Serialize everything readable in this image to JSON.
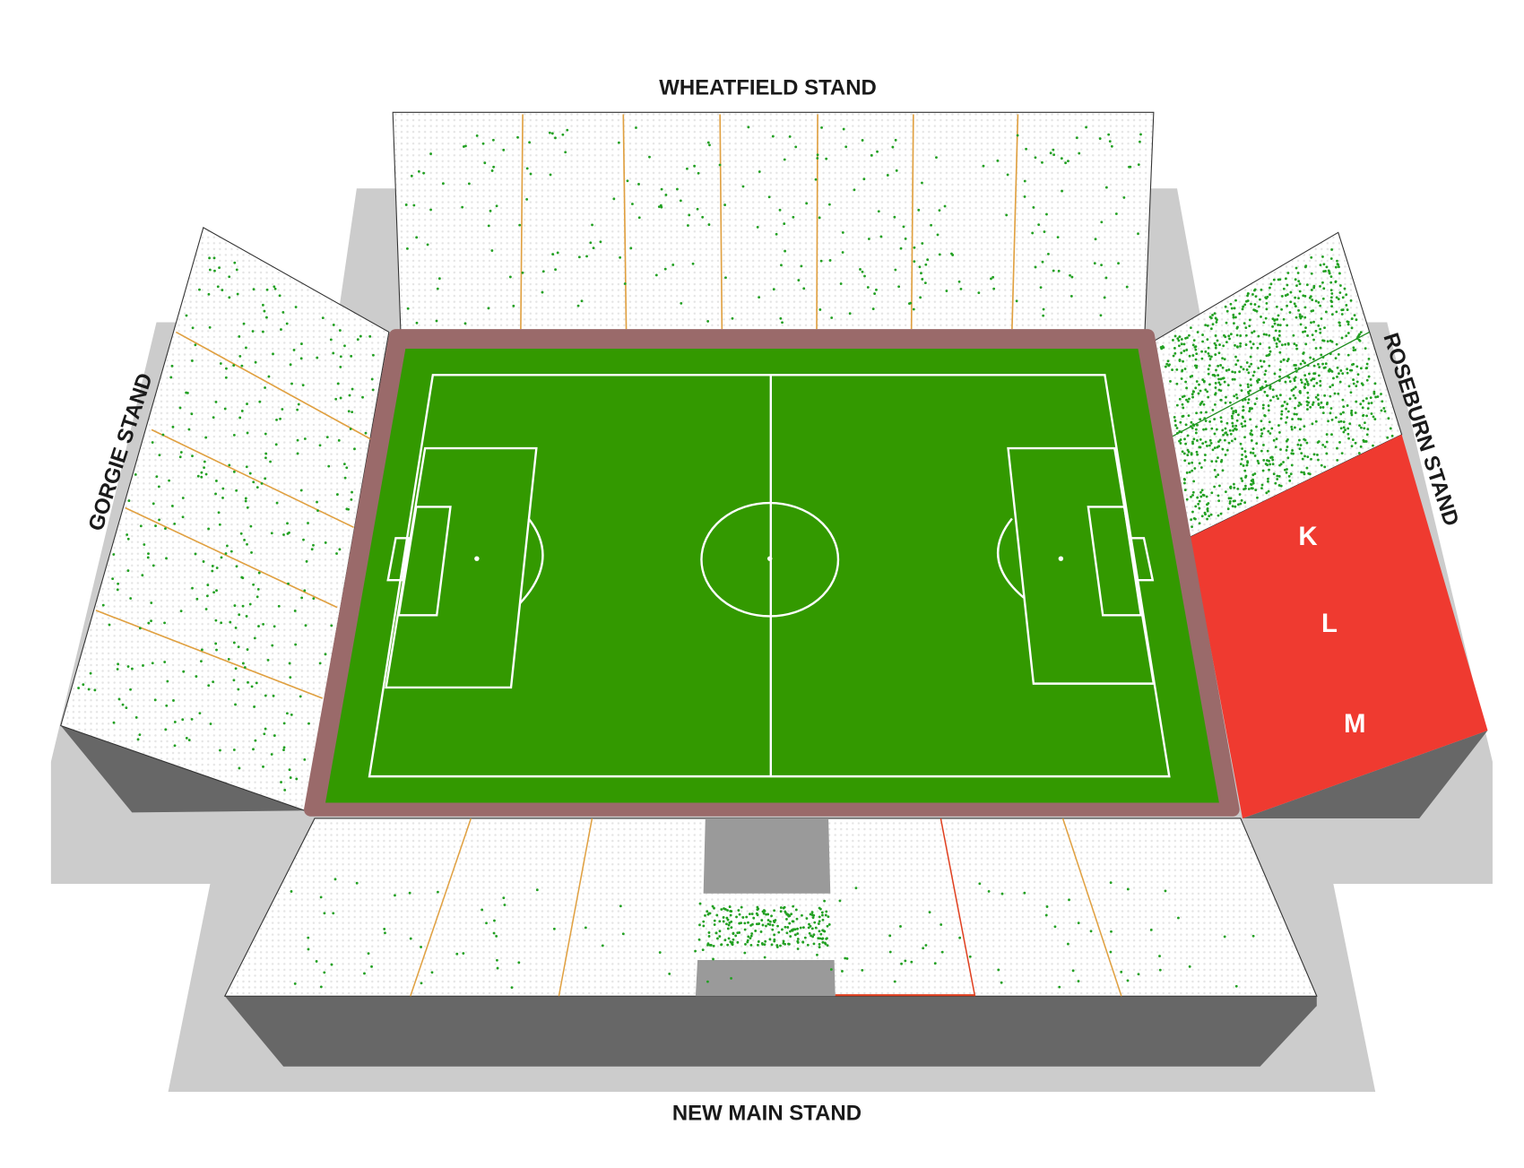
{
  "stands": {
    "north": {
      "name": "WHEATFIELD STAND"
    },
    "south": {
      "name": "NEW MAIN STAND"
    },
    "west": {
      "name": "GORGIE STAND"
    },
    "east": {
      "name": "ROSEBURN STAND",
      "sold_out_sections": [
        "K",
        "L",
        "M"
      ]
    }
  },
  "colors": {
    "pitch": "#339900",
    "surround": "#9a6a6a",
    "available_seat": "#22a022",
    "unavailable_seat": "#e4e4e4",
    "sold_out_section": "#ef3a30",
    "stand_side": "#676767",
    "ground_shadow": "#cccccc",
    "section_divider": "#e0a040"
  }
}
